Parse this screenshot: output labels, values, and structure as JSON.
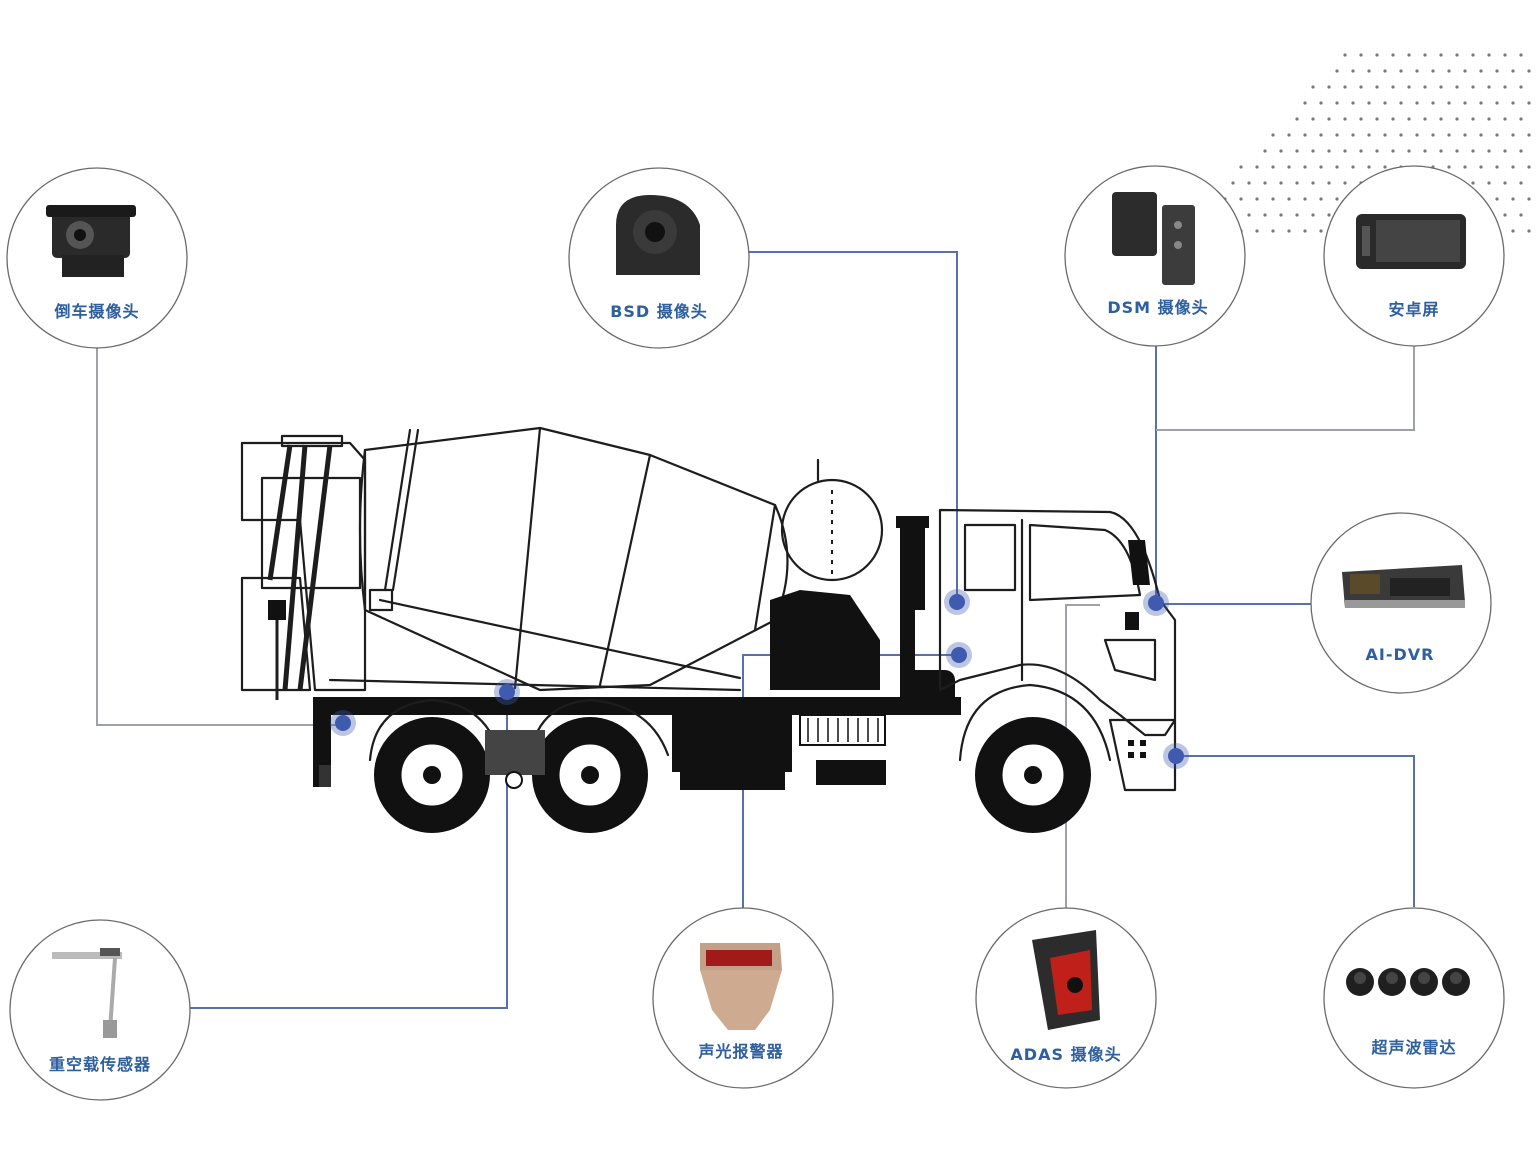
{
  "components": [
    {
      "id": "reverse-camera",
      "label": "倒车摄像头",
      "icon": "reverse-camera-icon"
    },
    {
      "id": "bsd-camera",
      "label": "BSD 摄像头",
      "icon": "side-camera-icon"
    },
    {
      "id": "dsm-camera",
      "label": "DSM 摄像头",
      "icon": "dsm-camera-icon"
    },
    {
      "id": "android-screen",
      "label": "安卓屏",
      "icon": "screen-icon"
    },
    {
      "id": "ai-dvr",
      "label": "AI-DVR",
      "icon": "dvr-icon"
    },
    {
      "id": "load-sensor",
      "label": "重空载传感器",
      "icon": "sensor-icon"
    },
    {
      "id": "alarm",
      "label": "声光报警器",
      "icon": "alarm-icon"
    },
    {
      "id": "adas-camera",
      "label": "ADAS 摄像头",
      "icon": "adas-camera-icon"
    },
    {
      "id": "ultrasonic-radar",
      "label": "超声波雷达",
      "icon": "radar-icon"
    }
  ],
  "colors": {
    "label": "#2e5f9e",
    "lead_blue": "#5a6fae",
    "lead_grey": "#9ea0ab",
    "marker": "#3f5bb0"
  }
}
